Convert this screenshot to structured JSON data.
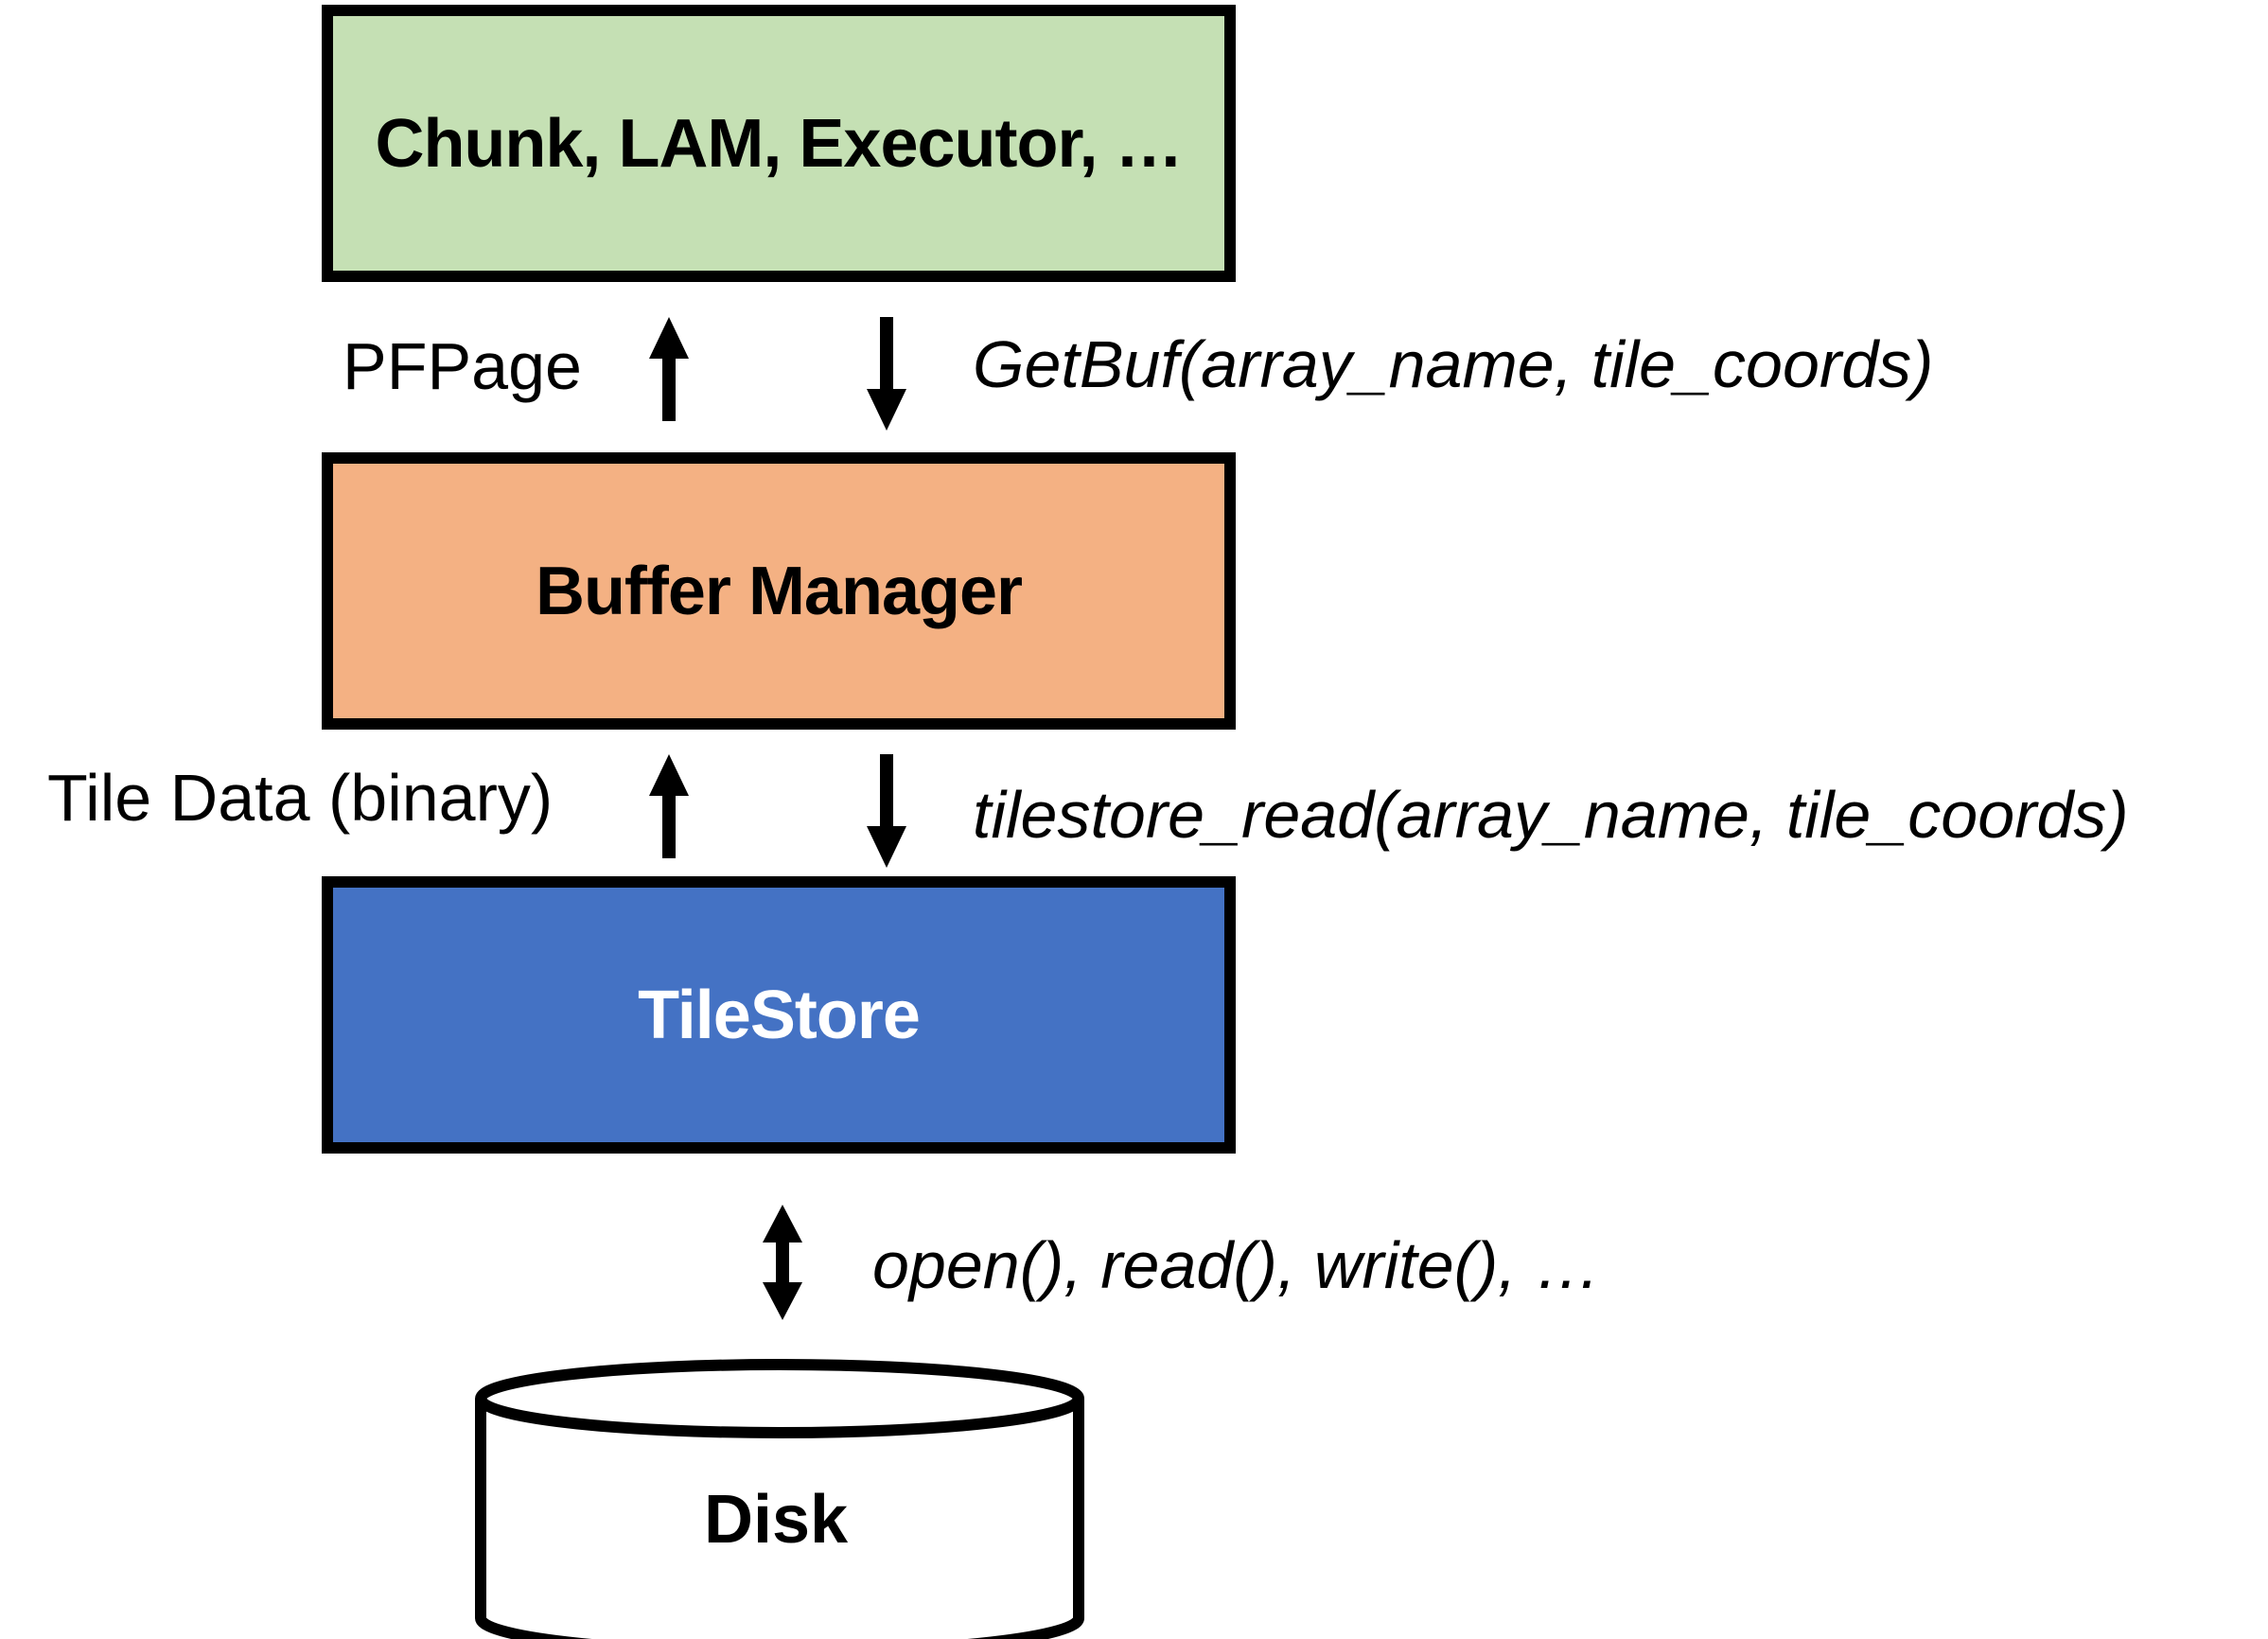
{
  "layers": {
    "top": {
      "label": "Chunk, LAM, Executor, …",
      "fill": "#c5e0b4",
      "text_color": "#000000"
    },
    "buffer": {
      "label": "Buffer Manager",
      "fill": "#f4b183",
      "text_color": "#000000"
    },
    "store": {
      "label": "TileStore",
      "fill": "#4472c4",
      "text_color": "#ffffff"
    }
  },
  "disk": {
    "label": "Disk",
    "fill": "#ffffff"
  },
  "edges": {
    "top_buffer": {
      "up_label": "PFPage",
      "down_label": "GetBuf(array_name, tile_coords)"
    },
    "buffer_store": {
      "up_label": "Tile Data (binary)",
      "down_label": "tilestore_read(array_name, tile_coords)"
    },
    "store_disk": {
      "label": "open(), read(), write(), …"
    }
  },
  "icons": {
    "up": "arrow-up-icon",
    "down": "arrow-down-icon",
    "bidirectional": "arrow-updown-icon"
  }
}
